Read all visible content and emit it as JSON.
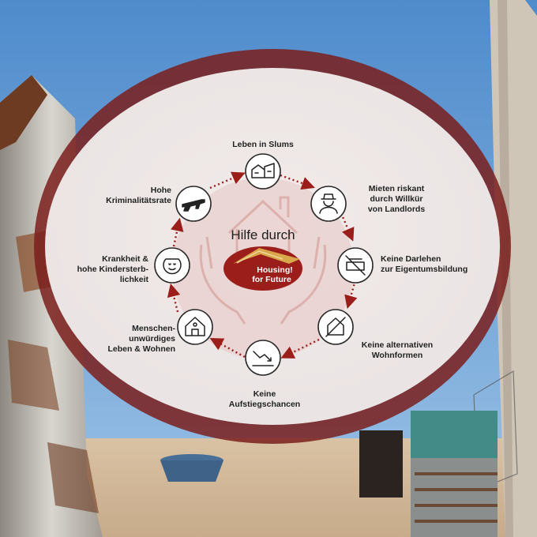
{
  "center": {
    "title": "Hilfe durch",
    "logo_line1": "Housing!",
    "logo_line2": "for Future"
  },
  "nodes": [
    {
      "id": "slums",
      "label": "Leben in Slums",
      "icon": "shacks-icon"
    },
    {
      "id": "mieten",
      "label": "Mieten riskant\ndurch Willkür\nvon Landlords",
      "icon": "landlord-icon"
    },
    {
      "id": "darlehen",
      "label": "Keine Darlehen\nzur Eigentumsbildung",
      "icon": "no-money-icon"
    },
    {
      "id": "wohnformen",
      "label": "Keine alternativen\nWohnformen",
      "icon": "no-house-icon"
    },
    {
      "id": "aufstieg",
      "label": "Keine\nAufstiegschancen",
      "icon": "downtrend-icon"
    },
    {
      "id": "menschen",
      "label": "Menschen-\nunwürdiges\nLeben & Wohnen",
      "icon": "poor-house-icon"
    },
    {
      "id": "krankheit",
      "label": "Krankheit &\nhohe Kindersterb-\nlichkeit",
      "icon": "baby-icon"
    },
    {
      "id": "kriminalitaet",
      "label": "Hohe\nKriminalitätsrate",
      "icon": "rifle-icon"
    }
  ],
  "colors": {
    "ring": "#7a1f1c",
    "accent": "#9b1e1a",
    "logo_gold": "#d8a84a",
    "sky": "#5d95cf"
  }
}
